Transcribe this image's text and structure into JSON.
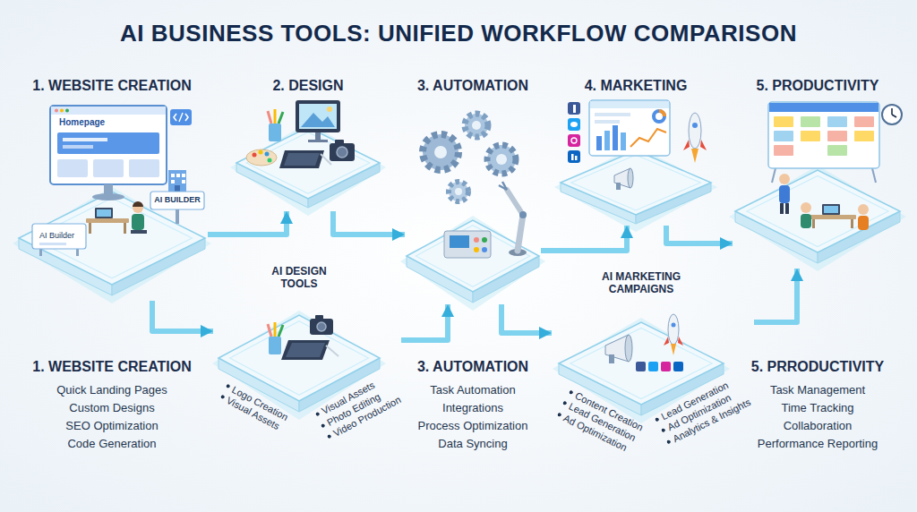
{
  "diagram": {
    "title": "AI BUSINESS TOOLS: UNIFIED WORKFLOW COMPARISON",
    "nodes": [
      {
        "text": [
          "1. WEBSITE CREATION"
        ]
      },
      {
        "text": [
          "2. DESIGN"
        ]
      },
      {
        "text": [
          "3. AUTOMATION"
        ]
      },
      {
        "text": [
          "4. MARKETING"
        ]
      },
      {
        "text": [
          "5. PRODUCTIVITY"
        ]
      },
      {
        "text": [
          "AI DESIGN TOOLS",
          "Logo Creation",
          "Visual Assets",
          "Visual Assets",
          "Photo Editing",
          "Video Production"
        ]
      },
      {
        "text": [
          "AI MARKETING CAMPAIGNS",
          "Content Creation",
          "Lead Generation",
          "Ad Optimization",
          "Lead Generation",
          "Ad Optimization",
          "Analytics & Insights"
        ]
      }
    ],
    "edges": [
      {
        "from": 0,
        "to": 1,
        "arrow": "to"
      },
      {
        "from": 0,
        "to": 5,
        "arrow": "to"
      },
      {
        "from": 1,
        "to": 2,
        "arrow": "to"
      },
      {
        "from": 5,
        "to": 2,
        "arrow": "to"
      },
      {
        "from": 2,
        "to": 3,
        "arrow": "to"
      },
      {
        "from": 2,
        "to": 6,
        "arrow": "to"
      },
      {
        "from": 3,
        "to": 4,
        "arrow": "to"
      },
      {
        "from": 6,
        "to": 4,
        "arrow": "to"
      }
    ],
    "labels": [
      "Homepage",
      "AI BUILDER",
      "AI Builder",
      "1. WEBSITE CREATION",
      "Quick Landing Pages",
      "Custom Designs",
      "SEO Optimization",
      "Code Generation",
      "3. AUTOMATION",
      "Task Automation",
      "Integrations",
      "Process Optimization",
      "Data Syncing",
      "5. PRRODUCTIVITY",
      "Task Management",
      "Time Tracking",
      "Collaboration",
      "Performance Reporting"
    ]
  }
}
